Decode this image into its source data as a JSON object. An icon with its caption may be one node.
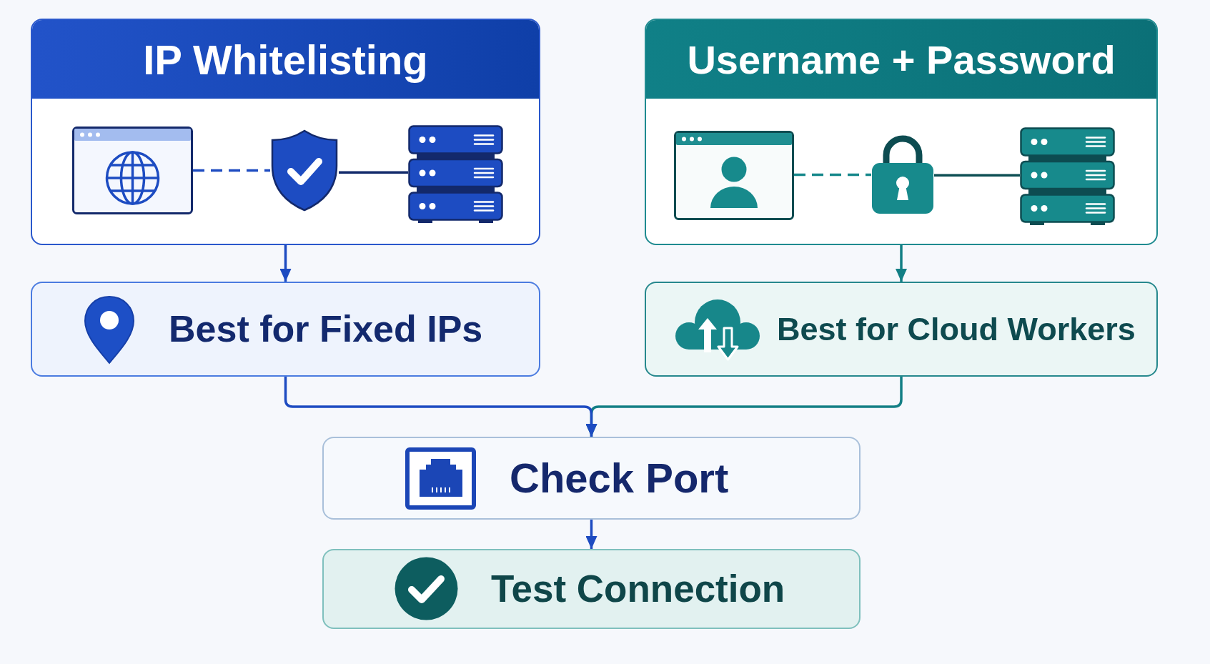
{
  "diagram": {
    "nodes": [
      {
        "text": [
          "IP Whitelisting"
        ]
      },
      {
        "text": [],
        "shape": "window",
        "in": 0
      },
      {
        "text": [],
        "shape": "shield",
        "in": 0
      },
      {
        "text": [],
        "shape": "server",
        "in": 0
      },
      {
        "text": [
          "Username + Password"
        ]
      },
      {
        "text": [],
        "shape": "window",
        "in": 4
      },
      {
        "text": [],
        "shape": "lock",
        "in": 4
      },
      {
        "text": [],
        "shape": "server",
        "in": 4
      },
      {
        "text": [
          "Best for Fixed IPs"
        ]
      },
      {
        "text": [
          "Best for Cloud Workers"
        ]
      },
      {
        "text": [
          "Check Port"
        ]
      },
      {
        "text": [
          "Test Connection"
        ]
      }
    ],
    "edges": [
      {
        "from": 1,
        "to": 2,
        "arrow": "none",
        "style": "dashed"
      },
      {
        "from": 2,
        "to": 3,
        "arrow": "none",
        "color": "#122a6b"
      },
      {
        "from": 5,
        "to": 6,
        "arrow": "none",
        "style": "dashed",
        "color": "#16888b"
      },
      {
        "from": 6,
        "to": 7,
        "arrow": "none",
        "color": "#0c4d52"
      },
      {
        "from": 0,
        "to": 8,
        "arrow": "to"
      },
      {
        "from": 4,
        "to": 9,
        "arrow": "to",
        "color": "#137f85"
      },
      {
        "from": 8,
        "to": 10,
        "arrow": "to"
      },
      {
        "from": 9,
        "to": 10,
        "arrow": "to",
        "color": "#137f85"
      },
      {
        "from": 10,
        "to": 11,
        "arrow": "to"
      }
    ]
  }
}
